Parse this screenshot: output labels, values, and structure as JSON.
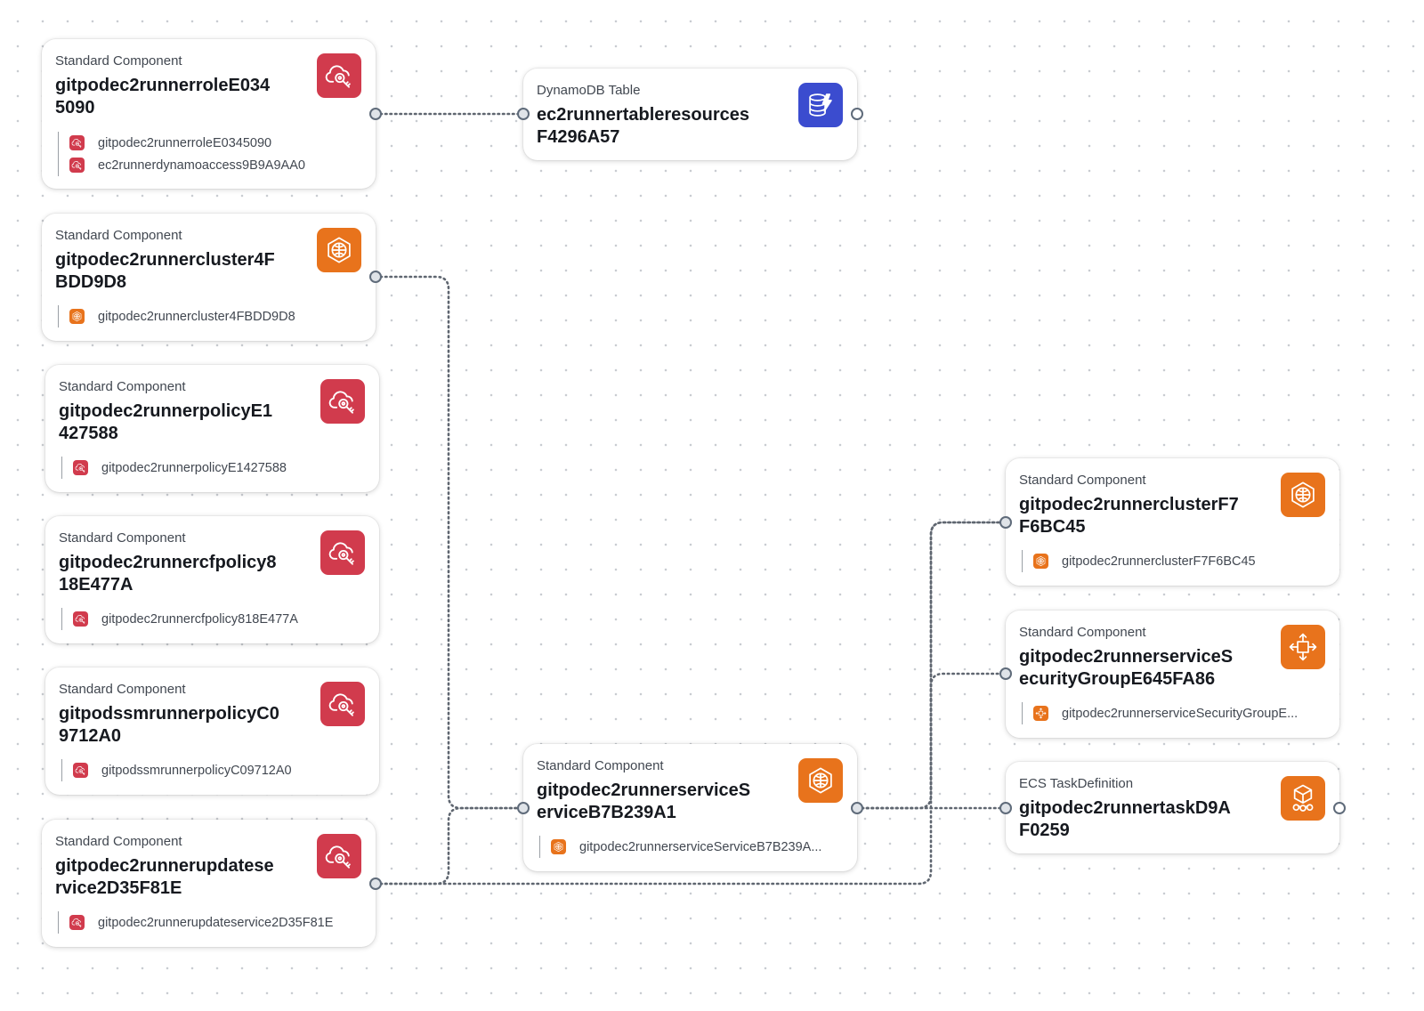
{
  "cards": [
    {
      "id": "role",
      "type": "Standard Component",
      "title": "gitpodec2runnerroleE0345090",
      "icon": "iam-role-icon",
      "color": "#d13b4d",
      "children": [
        {
          "label": "gitpodec2runnerroleE0345090",
          "icon": "iam-role-icon"
        },
        {
          "label": "ec2runnerdynamoaccess9B9A9AA0",
          "icon": "iam-role-icon"
        }
      ]
    },
    {
      "id": "cluster4f",
      "type": "Standard Component",
      "title": "gitpodec2runnercluster4FBDD9D8",
      "icon": "ecs-cluster-icon",
      "color": "#e8731c",
      "children": [
        {
          "label": "gitpodec2runnercluster4FBDD9D8",
          "icon": "ecs-cluster-icon"
        }
      ]
    },
    {
      "id": "policy",
      "type": "Standard Component",
      "title": "gitpodec2runnerpolicyE1427588",
      "icon": "iam-role-icon",
      "color": "#d13b4d",
      "children": [
        {
          "label": "gitpodec2runnerpolicyE1427588",
          "icon": "iam-role-icon"
        }
      ]
    },
    {
      "id": "cfpolicy",
      "type": "Standard Component",
      "title": "gitpodec2runnercfpolicy818E477A",
      "icon": "iam-role-icon",
      "color": "#d13b4d",
      "children": [
        {
          "label": "gitpodec2runnercfpolicy818E477A",
          "icon": "iam-role-icon"
        }
      ]
    },
    {
      "id": "ssmpolicy",
      "type": "Standard Component",
      "title": "gitpodssmrunnerpolicyC09712A0",
      "icon": "iam-role-icon",
      "color": "#d13b4d",
      "children": [
        {
          "label": "gitpodssmrunnerpolicyC09712A0",
          "icon": "iam-role-icon"
        }
      ]
    },
    {
      "id": "updateservice",
      "type": "Standard Component",
      "title": "gitpodec2runnerupdateservice2D35F81E",
      "icon": "iam-role-icon",
      "color": "#d13b4d",
      "children": [
        {
          "label": "gitpodec2runnerupdateservice2D35F81E",
          "icon": "iam-role-icon"
        }
      ]
    },
    {
      "id": "dynamo",
      "type": "DynamoDB Table",
      "title": "ec2runnertableresourcesF4296A57",
      "icon": "dynamodb-icon",
      "color": "#3b4ccf",
      "children": []
    },
    {
      "id": "service",
      "type": "Standard Component",
      "title": "gitpodec2runnerserviceServiceB7B239A1",
      "icon": "ecs-cluster-icon",
      "color": "#e8731c",
      "children": [
        {
          "label": "gitpodec2runnerserviceServiceB7B239A...",
          "icon": "ecs-cluster-icon"
        }
      ]
    },
    {
      "id": "clusterf7",
      "type": "Standard Component",
      "title": "gitpodec2runnerclusterF7F6BC45",
      "icon": "ecs-cluster-icon",
      "color": "#e8731c",
      "children": [
        {
          "label": "gitpodec2runnerclusterF7F6BC45",
          "icon": "ecs-cluster-icon"
        }
      ]
    },
    {
      "id": "secgroup",
      "type": "Standard Component",
      "title": "gitpodec2runnerserviceSecurityGroupE645FA86",
      "icon": "security-group-icon",
      "color": "#e8731c",
      "children": [
        {
          "label": "gitpodec2runnerserviceSecurityGroupE...",
          "icon": "security-group-icon"
        }
      ]
    },
    {
      "id": "task",
      "type": "ECS TaskDefinition",
      "title": "gitpodec2runnertaskD9AF0259",
      "icon": "ecs-task-icon",
      "color": "#e8731c",
      "children": []
    }
  ],
  "edges": [
    {
      "from": "role",
      "to": "dynamo"
    },
    {
      "from": "cluster4f",
      "to": "service"
    },
    {
      "from": "updateservice",
      "to": "service"
    },
    {
      "from": "updateservice",
      "to": "clusterf7"
    },
    {
      "from": "service",
      "to": "clusterf7"
    },
    {
      "from": "service",
      "to": "secgroup"
    },
    {
      "from": "service",
      "to": "task"
    }
  ]
}
